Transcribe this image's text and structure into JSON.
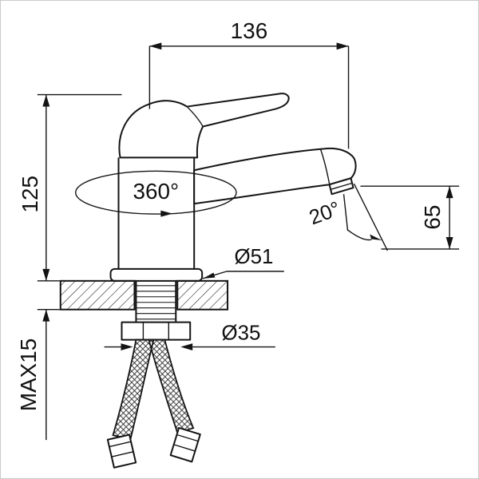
{
  "page": {
    "background": "#ffffff",
    "line_color": "#141414",
    "border_color": "#c9c9c9"
  },
  "labels": {
    "spout_reach": "136",
    "body_height": "125",
    "handle_swivel": "360°",
    "spout_angle": "20°",
    "outlet_height": "65",
    "base_diameter": "Ø51",
    "mount_hole_diameter": "Ø35",
    "max_mount_thickness": "MAX15"
  }
}
